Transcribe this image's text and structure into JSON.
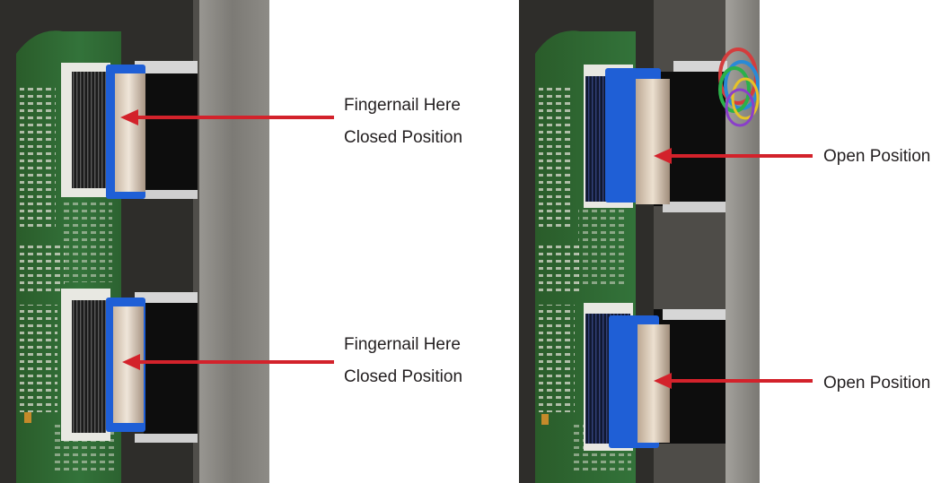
{
  "colors": {
    "arrow": "#d3222b",
    "pcb": "#2f6a2e",
    "connector_blue": "#1f5fd6",
    "metal_panel": "#7f7d78",
    "caption_text": "#231f20"
  },
  "figure": {
    "left_photo": {
      "callouts": [
        {
          "line1": "Fingernail Here",
          "line2": "Closed Position"
        },
        {
          "line1": "Fingernail Here",
          "line2": "Closed Position"
        }
      ]
    },
    "right_photo": {
      "callouts": [
        {
          "line1": "Open Position"
        },
        {
          "line1": "Open Position"
        }
      ],
      "wire_bundle_icon": "cable-bundle-icon"
    }
  }
}
